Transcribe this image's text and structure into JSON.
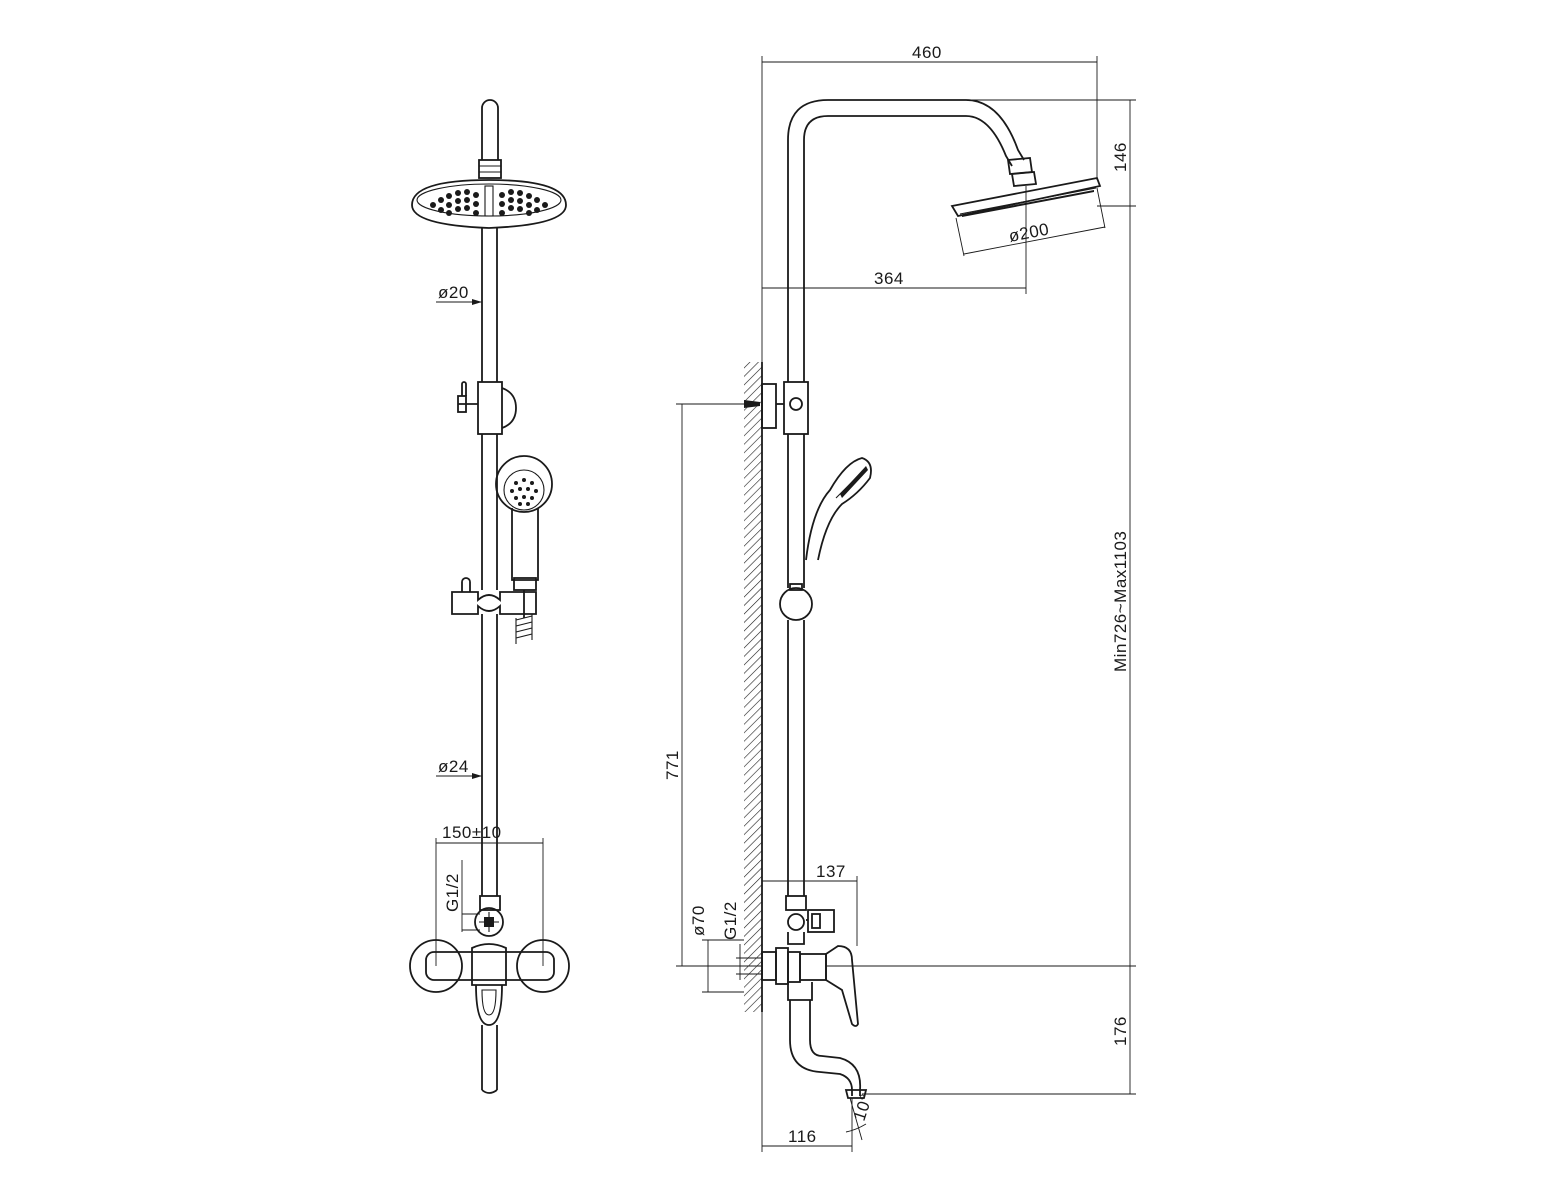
{
  "labels": {
    "front_stem_diameter": "ø20",
    "front_pipe_diameter": "ø24",
    "front_inlet_spacing": "150±10",
    "front_inlet_thread": "G1/2",
    "side_total_width": "460",
    "side_head_height": "146",
    "side_head_diameter": "ø200",
    "side_head_reach": "364",
    "side_adjust_range": "Min726~Max1103",
    "side_bracket_height": "771",
    "side_mixer_depth": "137",
    "side_flange_diameter": "ø70",
    "side_inlet_thread": "G1/2",
    "side_spout_drop": "176",
    "side_spout_reach": "116",
    "side_spout_angle": "10°"
  }
}
